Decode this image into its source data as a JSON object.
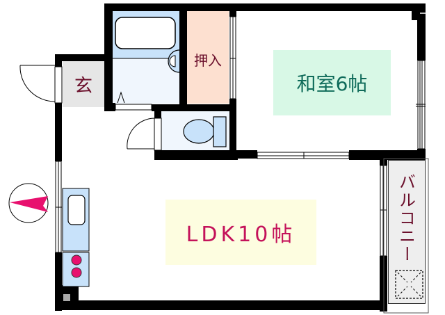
{
  "floorplan": {
    "rooms": {
      "entrance": {
        "label": "玄",
        "fill": "#e6e6e6",
        "text_color": "#6b0f2b"
      },
      "closet": {
        "label": "押入",
        "fill": "#fde0d0",
        "text_color": "#6b0f2b"
      },
      "japanese_room": {
        "label": "和室6帖",
        "fill": "#d8f8e6",
        "text_color": "#0f6b5a"
      },
      "ldk": {
        "label": "LDK10帖",
        "fill": "#fdfde0",
        "text_color": "#c4125a"
      },
      "balcony": {
        "label": "バルコニー",
        "fill": "#eeeeee",
        "text_color": "#6b0f2b"
      },
      "bathroom": {
        "fill": "#c8e2fa"
      },
      "washroom": {
        "fill": "#f0f6fd"
      },
      "toilet": {
        "fill": "#f0f6fd"
      }
    },
    "fixtures": {
      "kitchen_counter_fill": "#c8e2fa",
      "stove_burner_color": "#e8106e",
      "compass_arrow_color": "#e8106e"
    }
  }
}
